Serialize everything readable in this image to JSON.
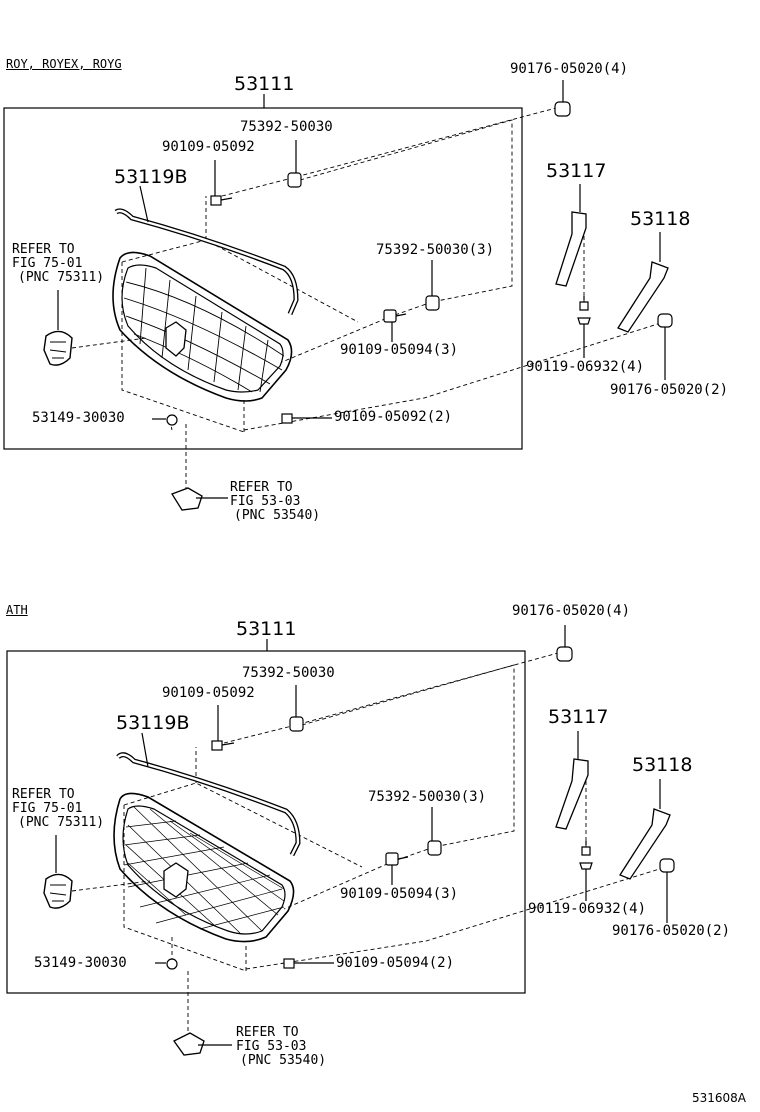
{
  "sections": [
    {
      "variant": "ROY, ROYEX, ROYG",
      "labels": {
        "assembly": "53111",
        "molding": "53119B",
        "bracket_left": "53117",
        "bracket_right": "53118",
        "clip_top_right": "90176-05020(4)",
        "nut_top": "75392-50030",
        "screw_top": "90109-05092",
        "nut_mid": "75392-50030(3)",
        "screw_mid": "90109-05094(3)",
        "bolt_bracket": "90119-06932(4)",
        "clip_right": "90176-05020(2)",
        "clip_bottom": "53149-30030",
        "screw_bottom": "90109-05092(2)"
      },
      "ref_emblem": [
        "REFER TO",
        "FIG 75-01",
        "(PNC 75311)"
      ],
      "ref_lower": [
        "REFER TO",
        "FIG 53-03",
        "(PNC 53540)"
      ]
    },
    {
      "variant": "ATH",
      "labels": {
        "assembly": "53111",
        "molding": "53119B",
        "bracket_left": "53117",
        "bracket_right": "53118",
        "clip_top_right": "90176-05020(4)",
        "nut_top": "75392-50030",
        "screw_top": "90109-05092",
        "nut_mid": "75392-50030(3)",
        "screw_mid": "90109-05094(3)",
        "bolt_bracket": "90119-06932(4)",
        "clip_right": "90176-05020(2)",
        "clip_bottom": "53149-30030",
        "screw_bottom": "90109-05094(2)"
      },
      "ref_emblem": [
        "REFER TO",
        "FIG 75-01",
        "(PNC 75311)"
      ],
      "ref_lower": [
        "REFER TO",
        "FIG 53-03",
        "(PNC 53540)"
      ]
    }
  ],
  "footer_code": "531608A"
}
